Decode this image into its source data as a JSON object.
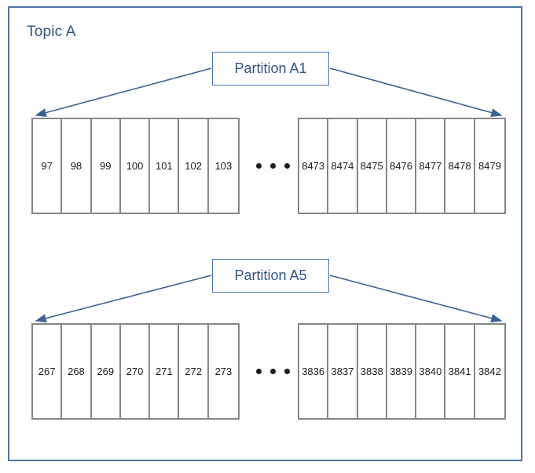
{
  "diagram": {
    "title": "Topic A",
    "accent_border_color": "#4a74a8",
    "accent_text_color": "#2e5481",
    "cell_border_color": "#868686",
    "cell_text_color": "#1a1a1a",
    "background_color": "#ffffff"
  },
  "partitions": [
    {
      "label": "Partition A1",
      "left_group": [
        "97",
        "98",
        "99",
        "100",
        "101",
        "102",
        "103"
      ],
      "ellipsis": "• • •",
      "right_group": [
        "8473",
        "8474",
        "8475",
        "8476",
        "8477",
        "8478",
        "8479"
      ]
    },
    {
      "label": "Partition A5",
      "left_group": [
        "267",
        "268",
        "269",
        "270",
        "271",
        "272",
        "273"
      ],
      "ellipsis": "• • •",
      "right_group": [
        "3836",
        "3837",
        "3838",
        "3839",
        "3840",
        "3841",
        "3842"
      ]
    }
  ]
}
